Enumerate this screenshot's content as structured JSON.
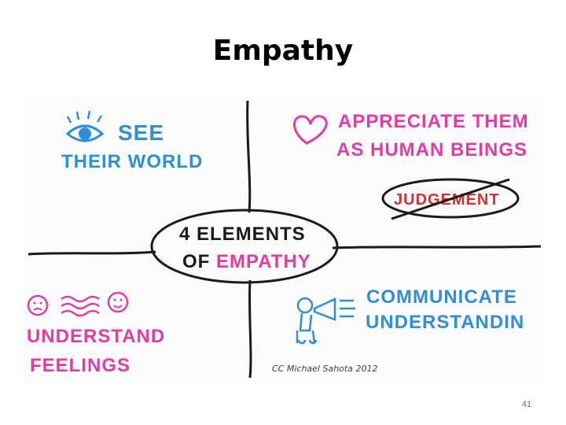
{
  "slide": {
    "title": "Empathy",
    "page_number": "41"
  },
  "sketch": {
    "center": {
      "line1": "4 ELEMENTS",
      "line2_prefix": "OF ",
      "line2_emphasis": "EMPATHY"
    },
    "top_left": {
      "line1": "SEE",
      "line2": "THEIR WORLD",
      "icon": "eye-icon"
    },
    "top_right": {
      "line1": "APPRECIATE THEM",
      "line2": "AS HUMAN BEINGS",
      "icon": "heart-icon",
      "crossed_word": "JUDGEMENT"
    },
    "bottom_left": {
      "line1": "UNDERSTAND",
      "line2": "FEELINGS",
      "icons": [
        "sad-face-icon",
        "waves-icon",
        "happy-face-icon"
      ]
    },
    "bottom_right": {
      "line1": "COMMUNICATE",
      "line2": "UNDERSTANDIN",
      "icon": "megaphone-person-icon"
    },
    "credit": "CC Michael Sahota 2012",
    "colors": {
      "blue": "#2f8fd6",
      "pink": "#e23ba8",
      "red": "#d83030",
      "ink": "#1a1a1a"
    }
  }
}
